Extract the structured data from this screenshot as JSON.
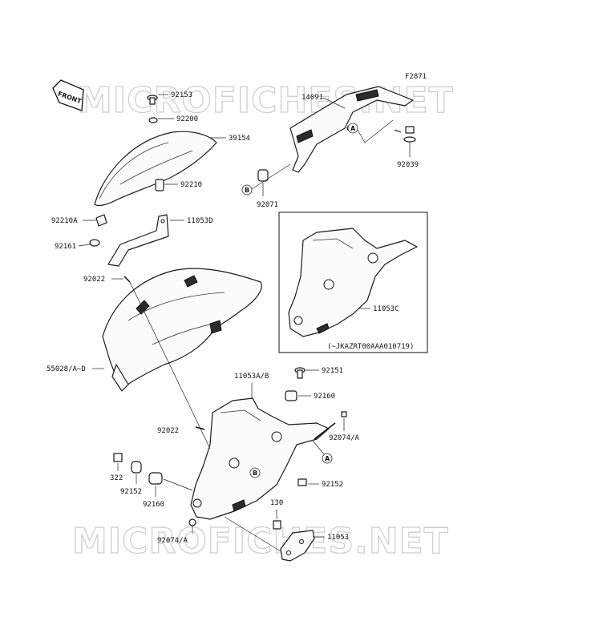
{
  "figure_code": "F2871",
  "front_label": "FRONT",
  "watermark": "MICROFICHES.NET",
  "inset_note": "(~JKAZRT00AAA010719)",
  "callouts": {
    "a": "A",
    "b": "B"
  },
  "parts": [
    {
      "id": "92153",
      "label": "92153"
    },
    {
      "id": "92200",
      "label": "92200"
    },
    {
      "id": "39154",
      "label": "39154"
    },
    {
      "id": "92210",
      "label": "92210"
    },
    {
      "id": "92210A",
      "label": "92210A"
    },
    {
      "id": "11053D",
      "label": "11053D"
    },
    {
      "id": "92161",
      "label": "92161"
    },
    {
      "id": "92022a",
      "label": "92022"
    },
    {
      "id": "55028",
      "label": "55028/A~D"
    },
    {
      "id": "14091",
      "label": "14091"
    },
    {
      "id": "92039",
      "label": "92039"
    },
    {
      "id": "92071",
      "label": "92071"
    },
    {
      "id": "11053C",
      "label": "11053C"
    },
    {
      "id": "11053AB",
      "label": "11053A/B"
    },
    {
      "id": "92151",
      "label": "92151"
    },
    {
      "id": "92160a",
      "label": "92160"
    },
    {
      "id": "92074a",
      "label": "92074/A"
    },
    {
      "id": "92022b",
      "label": "92022"
    },
    {
      "id": "322",
      "label": "322"
    },
    {
      "id": "92152a",
      "label": "92152"
    },
    {
      "id": "92160b",
      "label": "92160"
    },
    {
      "id": "92152b",
      "label": "92152"
    },
    {
      "id": "130",
      "label": "130"
    },
    {
      "id": "92074b",
      "label": "92074/A"
    },
    {
      "id": "11053",
      "label": "11053"
    }
  ]
}
